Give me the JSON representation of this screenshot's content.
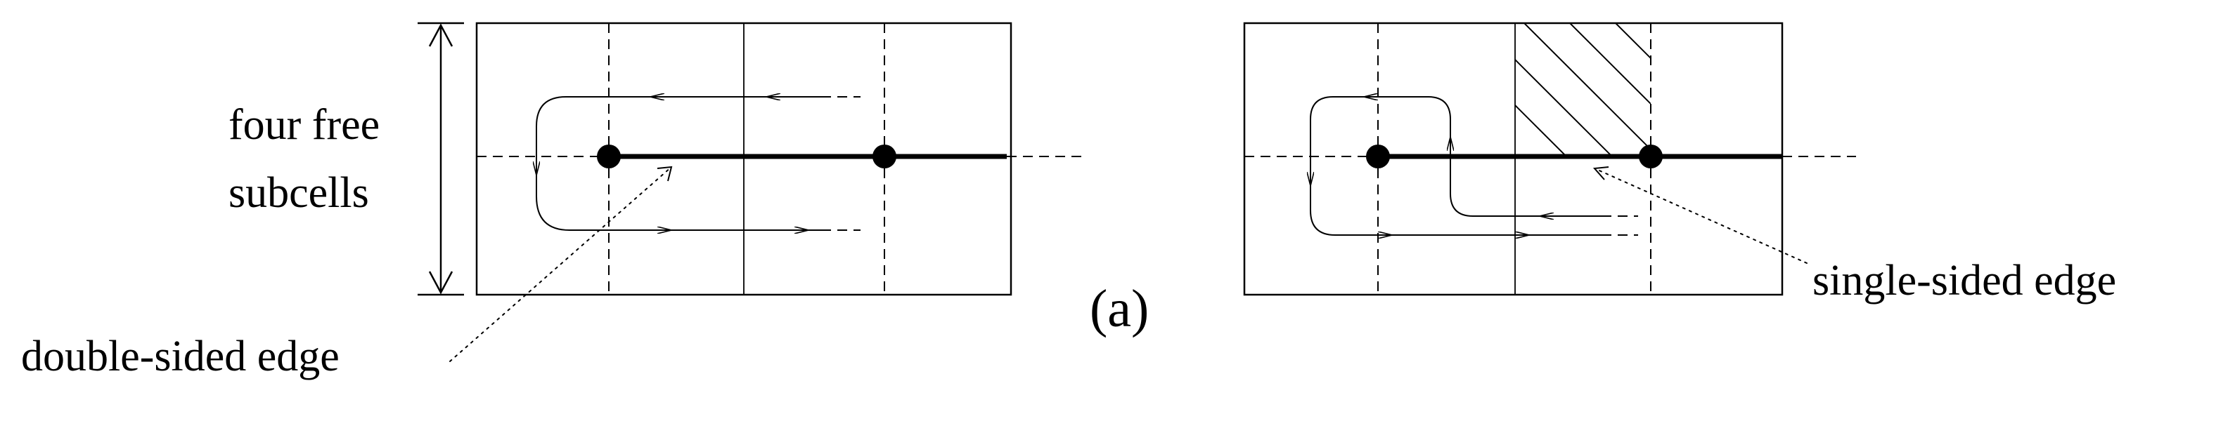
{
  "labels": {
    "four_free_line1": "four free",
    "four_free_line2": "subcells",
    "double_sided_edge": "double-sided edge",
    "single_sided_edge": "single-sided edge",
    "panel_tag": "(a)"
  },
  "colors": {
    "stroke": "#000000",
    "background": "#ffffff"
  }
}
